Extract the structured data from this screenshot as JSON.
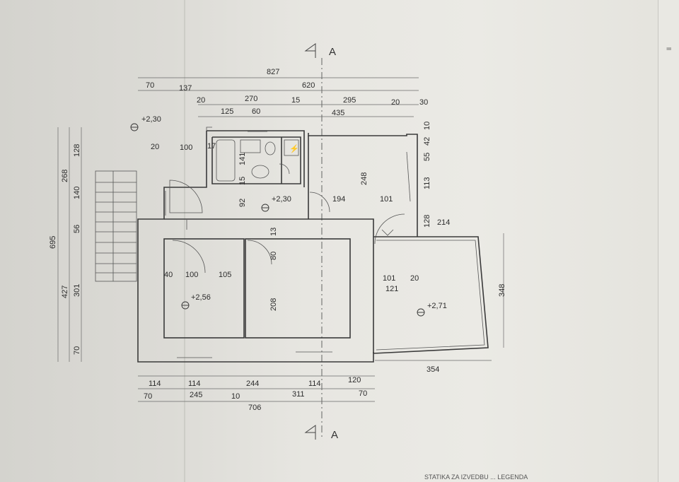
{
  "section_marks": {
    "top": "A",
    "bottom": "A"
  },
  "levels": {
    "outside": "+2,30",
    "hall": "+2,30",
    "room_left": "+2,56",
    "terrace": "+2,71"
  },
  "dims_top": {
    "overall": "827",
    "row2": [
      "70",
      "137",
      "620"
    ],
    "row3": [
      "20",
      "270",
      "15",
      "295",
      "20",
      "30"
    ],
    "row4": [
      "125",
      "60",
      "435"
    ]
  },
  "dims_left": {
    "overall": "695",
    "upper": "268",
    "lower": "427",
    "segments": [
      "128",
      "140",
      "56",
      "301",
      "70"
    ]
  },
  "dims_bottom": {
    "row1": [
      "114",
      "114",
      "244",
      "114",
      "120"
    ],
    "row2": [
      "70",
      "245",
      "10",
      "311",
      "70"
    ],
    "overall": "706"
  },
  "dims_inner": {
    "bath_row": [
      "20",
      "100",
      "17"
    ],
    "bath_v": [
      "141",
      "15"
    ],
    "hall_v": "92",
    "hall_h": [
      "194",
      "101"
    ],
    "room_right_v": "248",
    "right_col": [
      "10",
      "42",
      "55",
      "113",
      "128"
    ],
    "terrace_h": "214",
    "corridor_v": "13",
    "door_v": "80",
    "room_left_h": [
      "40",
      "100",
      "105"
    ],
    "room_mid_v": "208",
    "terrace_inner": [
      "101",
      "20",
      "121"
    ],
    "terrace_v": "348",
    "terrace_w": "354"
  },
  "margin_text": {
    "right_edge": "ll",
    "footer": "STATIKA ZA IZVEDBU ... LEGENDA"
  }
}
